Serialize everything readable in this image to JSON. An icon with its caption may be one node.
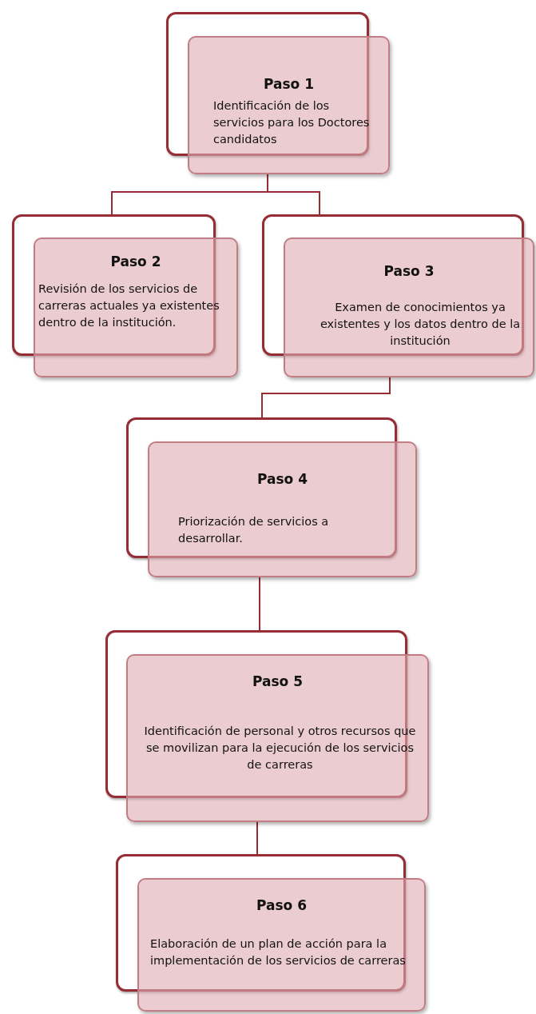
{
  "diagram": {
    "nodes": [
      {
        "text": [
          "Paso 1",
          "Identificación de los servicios para los Doctores candidatos"
        ]
      },
      {
        "text": [
          "Paso 2",
          "Revisión de los servicios de carreras actuales ya existentes dentro de la institución."
        ]
      },
      {
        "text": [
          "Paso 3",
          "Examen de conocimientos ya existentes y los datos dentro de la institución"
        ]
      },
      {
        "text": [
          "Paso 4",
          "Priorización de servicios a desarrollar."
        ]
      },
      {
        "text": [
          "Paso 5",
          "Identificación de personal y otros recursos que se movilizan para la ejecución de los servicios de carreras"
        ]
      },
      {
        "text": [
          "Paso 6",
          "Elaboración de un plan de acción para la implementación de los servicios de carreras"
        ]
      }
    ],
    "edges": [
      {
        "from": 0,
        "to": 1,
        "arrow": "none"
      },
      {
        "from": 0,
        "to": 2,
        "arrow": "none"
      },
      {
        "from": 2,
        "to": 3,
        "arrow": "none"
      },
      {
        "from": 3,
        "to": 4,
        "arrow": "none"
      },
      {
        "from": 4,
        "to": 5,
        "arrow": "none"
      }
    ]
  }
}
